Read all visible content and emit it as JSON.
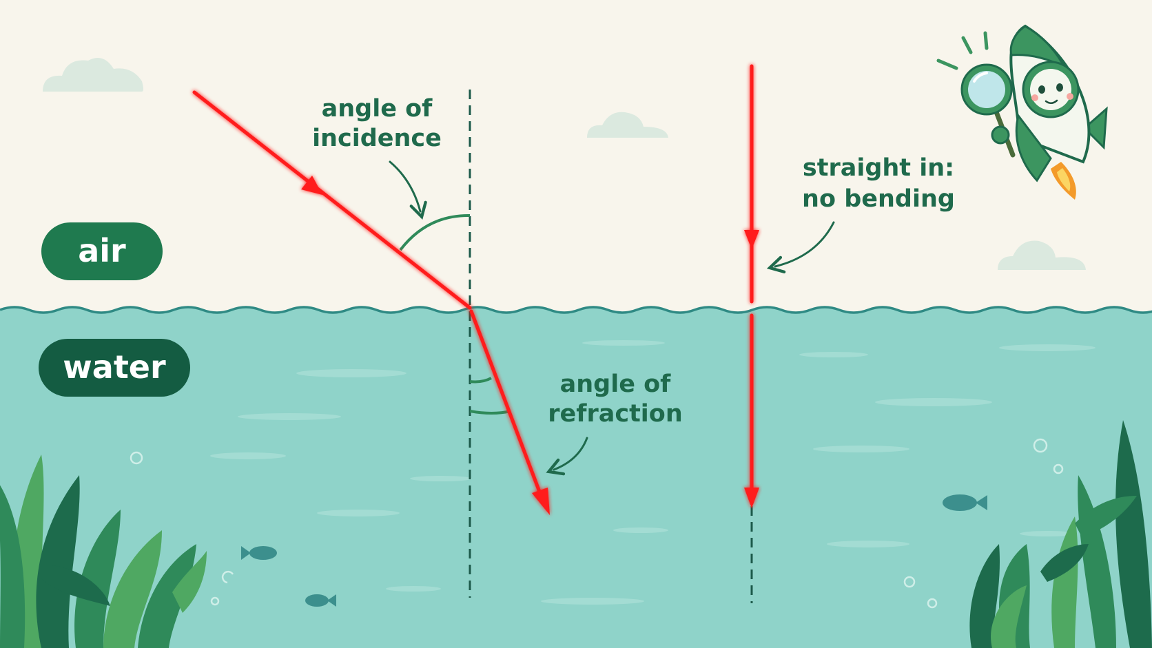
{
  "media": {
    "air": "air",
    "water": "water"
  },
  "annotations": {
    "incidence_line1": "angle of",
    "incidence_line2": "incidence",
    "refraction_line1": "angle of",
    "refraction_line2": "refraction",
    "straight_line1": "straight in:",
    "straight_line2": "no bending"
  },
  "colors": {
    "sky": "#f8f5ec",
    "water": "#8fd3c9",
    "water_line": "#2f8a84",
    "ray": "#ff1a1a",
    "label": "#1f6a4c",
    "pill_air": "#1f7a4f",
    "pill_water": "#145c42",
    "normal_line": "#1c5a4a"
  },
  "icons": [
    "cloud-icon",
    "rocket-mascot-icon",
    "magnifier-icon",
    "fish-icon",
    "seaweed-icon",
    "bubble-icon",
    "arrow-icon"
  ]
}
